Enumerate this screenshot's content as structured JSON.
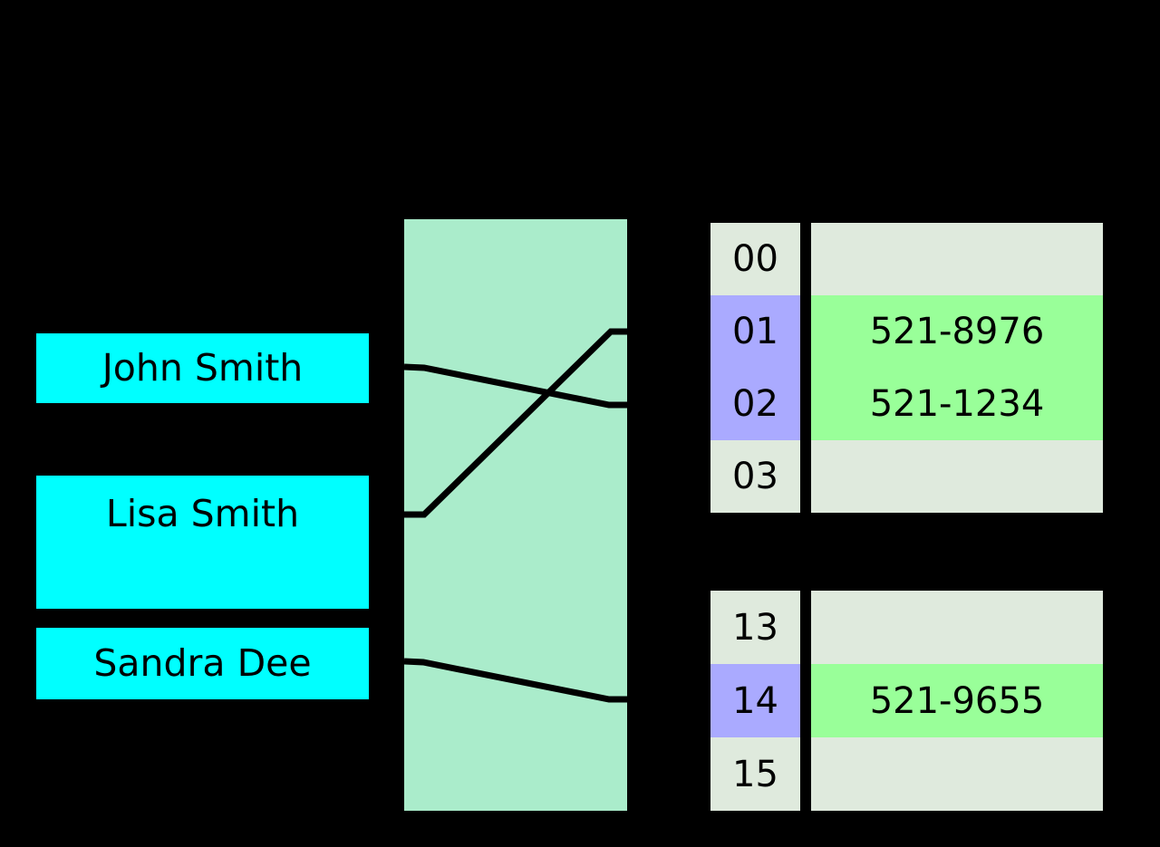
{
  "diagram": {
    "title": "hash-table-diagram",
    "colors": {
      "background": "#000000",
      "key_box": "#00ffff",
      "hash_block": "#aaeccb",
      "index_empty": "#dfeadd",
      "index_filled": "#aaaaff",
      "value_empty": "#dfeadd",
      "value_filled": "#99ff99",
      "line": "#000000"
    }
  },
  "keys": [
    {
      "label": "John Smith"
    },
    {
      "label": "Lisa Smith"
    },
    {
      "label": "Sandra Dee"
    }
  ],
  "hash_function": {
    "label": "",
    "mappings": [
      {
        "from": "John Smith",
        "to": "02"
      },
      {
        "from": "Lisa Smith",
        "to": "01"
      },
      {
        "from": "Sandra Dee",
        "to": "14"
      }
    ]
  },
  "buckets_top": {
    "rows": [
      {
        "index": "00",
        "value": "",
        "filled": false
      },
      {
        "index": "01",
        "value": "521-8976",
        "filled": true
      },
      {
        "index": "02",
        "value": "521-1234",
        "filled": true
      },
      {
        "index": "03",
        "value": "",
        "filled": false
      }
    ]
  },
  "buckets_bottom": {
    "rows": [
      {
        "index": "13",
        "value": "",
        "filled": false
      },
      {
        "index": "14",
        "value": "521-9655",
        "filled": true
      },
      {
        "index": "15",
        "value": "",
        "filled": false
      }
    ]
  }
}
